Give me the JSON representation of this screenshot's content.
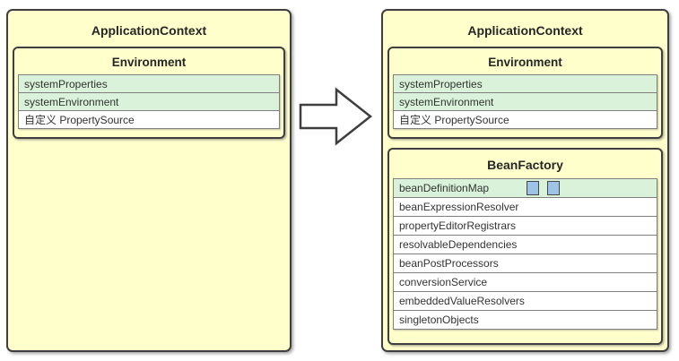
{
  "colors": {
    "panel_background": "#ffffcc",
    "highlight_green": "#d9f2d9",
    "row_background": "#ffffff",
    "badge_blue": "#9dc3e6",
    "outer_border": "#3f3f3f",
    "row_border": "#7f7f7f",
    "text": "#333333"
  },
  "left_panel": {
    "title": "ApplicationContext",
    "environment": {
      "title": "Environment",
      "rows": [
        {
          "label": "systemProperties"
        },
        {
          "label": "systemEnvironment"
        },
        {
          "label": "自定义 PropertySource"
        }
      ]
    }
  },
  "arrow": {
    "direction": "right"
  },
  "right_panel": {
    "title": "ApplicationContext",
    "environment": {
      "title": "Environment",
      "rows": [
        {
          "label": "systemProperties"
        },
        {
          "label": "systemEnvironment"
        },
        {
          "label": "自定义 PropertySource"
        }
      ]
    },
    "bean_factory": {
      "title": "BeanFactory",
      "rows": [
        {
          "label": "beanDefinitionMap",
          "badges": 2
        },
        {
          "label": "beanExpressionResolver"
        },
        {
          "label": "propertyEditorRegistrars"
        },
        {
          "label": "resolvableDependencies"
        },
        {
          "label": "beanPostProcessors"
        },
        {
          "label": "conversionService"
        },
        {
          "label": "embeddedValueResolvers"
        },
        {
          "label": "singletonObjects"
        }
      ]
    }
  }
}
